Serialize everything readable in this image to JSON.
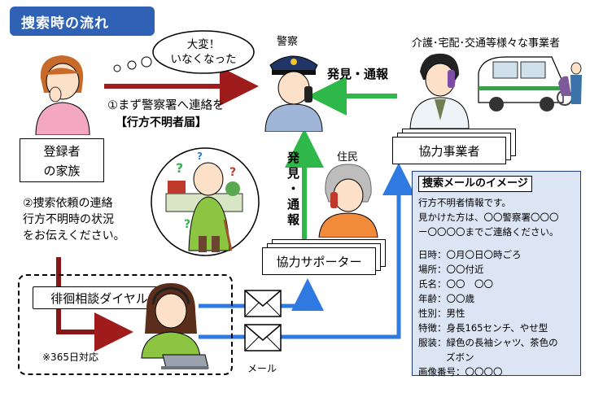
{
  "title": "捜索時の流れ",
  "speech": "大変！\nいなくなった",
  "family": {
    "line1": "登録者",
    "line2": "の家族"
  },
  "police_label": "警察",
  "arrow_contact_police": "①まず警察署へ連絡を",
  "missing_report": "【行方不明者届】",
  "business_label": "介護･宅配･交通等様々な事業者",
  "arrow_business_report": "発見・通報",
  "business_box": "協力事業者",
  "resident_label": "住民",
  "arrow_resident_report": "発見・通報",
  "supporter_box": "協力サポーター",
  "request": {
    "line1": "②捜索依頼の連絡",
    "line2": "行方不明時の状況",
    "line3": "をお伝えください。"
  },
  "dial_label": "徘徊相談ダイヤル",
  "dial_note": "※365日対応",
  "mail_label": "メール",
  "info_panel": {
    "heading": "捜索メールのイメージ",
    "lines": [
      "行方不明者情報です。",
      "見かけた方は、〇〇警察署〇〇〇",
      "ー〇〇〇〇までご連絡ください。",
      "",
      "日時：〇月〇日〇時ごろ",
      "場所：〇〇付近",
      "氏名：〇〇　〇〇",
      "年齢：〇〇歳",
      "性別：男性",
      "特徴：身長165センチ、やせ型",
      "服装：緑色の長袖シャツ、茶色の"
    ],
    "indent_line": "ズボン",
    "last_line": "画像番号：〇〇〇〇"
  },
  "colors": {
    "title_bg": "#2f62b4",
    "red_arrow": "#a01c1c",
    "green_arrow": "#2fb84a",
    "blue_arrow": "#2f7ae0",
    "panel_bg": "#dbe5f3"
  }
}
